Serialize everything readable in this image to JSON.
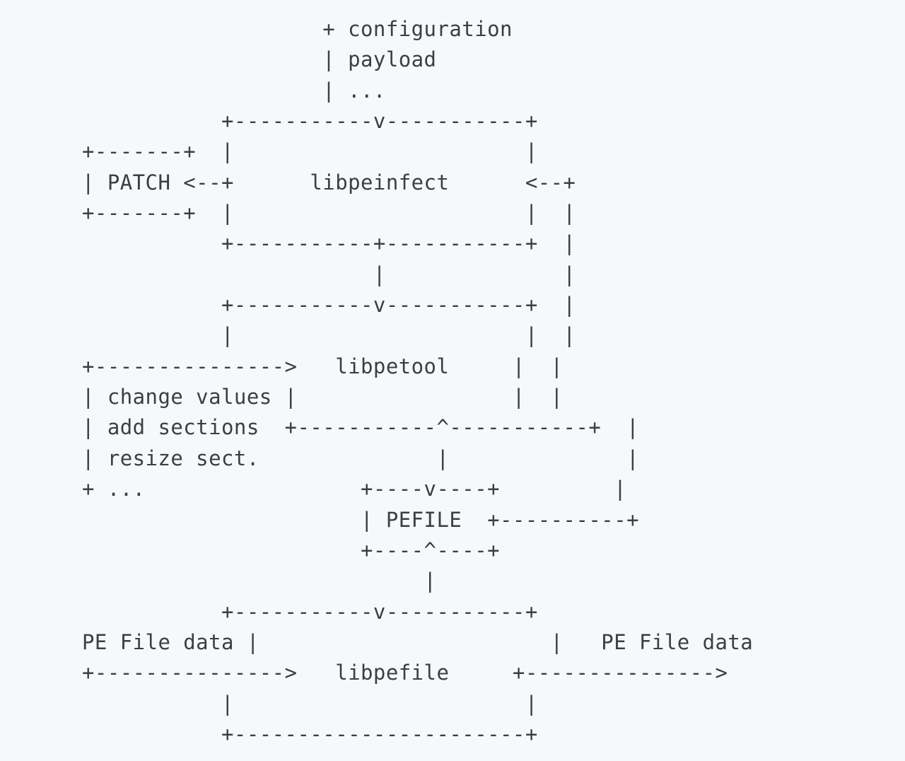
{
  "diagram": {
    "lines": [
      "                   + configuration",
      "                   | payload",
      "                   | ...",
      "           +-----------v-----------+",
      "+-------+  |                       |",
      "| PATCH <--+      libpeinfect      <--+",
      "+-------+  |                       |  |",
      "           +-----------+-----------+  |",
      "                       |              |",
      "           +-----------v-----------+  |",
      "           |                       |  |",
      "+--------------->   libpetool     |  |",
      "| change values |                 |  |",
      "| add sections  +-----------^-----------+  |",
      "| resize sect.              |              |",
      "+ ...                 +----v----+         |",
      "                      | PEFILE  +----------+",
      "                      +----^----+",
      "                           |",
      "           +-----------v-----------+",
      "PE File data |                       |   PE File data",
      "+--------------->   libpefile     +--------------->",
      "           |                       |",
      "           +-----------------------+"
    ]
  }
}
